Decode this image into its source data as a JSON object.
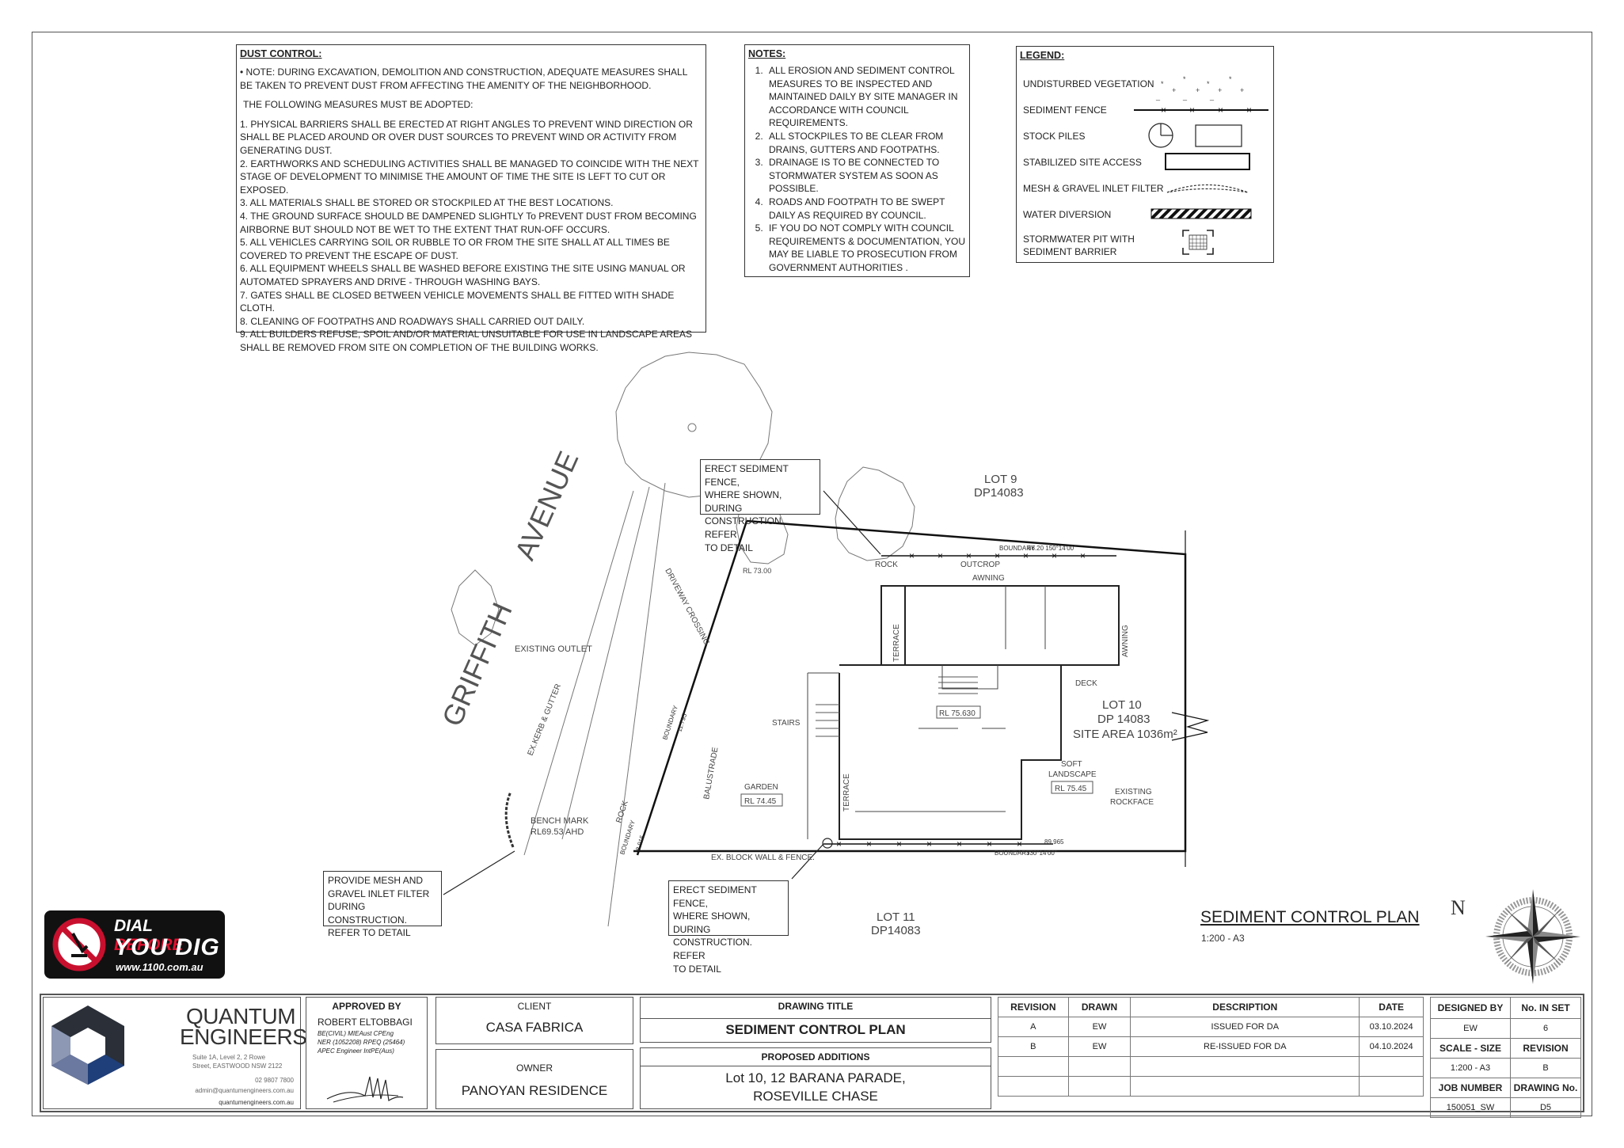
{
  "dust_control": {
    "title": "DUST CONTROL:",
    "note": "• NOTE: DURING EXCAVATION, DEMOLITION AND CONSTRUCTION, ADEQUATE MEASURES SHALL BE TAKEN TO PREVENT DUST FROM AFFECTING THE AMENITY OF THE NEIGHBORHOOD.",
    "intro": "THE FOLLOWING MEASURES MUST BE ADOPTED:",
    "items": [
      "1. PHYSICAL BARRIERS SHALL BE ERECTED AT RIGHT ANGLES TO PREVENT WIND DIRECTION OR SHALL BE PLACED AROUND OR OVER DUST SOURCES TO PREVENT WIND OR ACTIVITY FROM GENERATING DUST.",
      "2. EARTHWORKS AND SCHEDULING ACTIVITIES SHALL BE MANAGED TO COINCIDE WITH THE NEXT STAGE OF DEVELOPMENT TO MINIMISE THE AMOUNT OF TIME THE SITE IS LEFT TO CUT OR EXPOSED.",
      "3. ALL MATERIALS SHALL BE STORED OR STOCKPILED AT THE BEST LOCATIONS.",
      "4. THE GROUND SURFACE SHOULD BE DAMPENED SLIGHTLY To PREVENT DUST FROM BECOMING AIRBORNE BUT SHOULD NOT BE WET TO THE EXTENT THAT RUN-OFF OCCURS.",
      "5. ALL VEHICLES CARRYING SOIL OR RUBBLE TO OR FROM THE SITE SHALL AT ALL TIMES BE COVERED TO PREVENT THE ESCAPE OF DUST.",
      "6. ALL EQUIPMENT WHEELS SHALL BE WASHED BEFORE EXISTING THE SITE USING MANUAL OR AUTOMATED SPRAYERS AND DRIVE - THROUGH WASHING BAYS.",
      "7. GATES SHALL BE CLOSED BETWEEN VEHICLE MOVEMENTS SHALL BE FITTED WITH SHADE CLOTH.",
      "8. CLEANING OF FOOTPATHS AND ROADWAYS SHALL CARRIED OUT DAILY.",
      "9. ALL BUILDERS REFUSE, SPOIL AND/OR MATERIAL UNSUITABLE FOR USE IN LANDSCAPE AREAS SHALL BE REMOVED FROM SITE ON COMPLETION OF THE BUILDING WORKS."
    ]
  },
  "notes": {
    "title": "NOTES:",
    "items": [
      "ALL EROSION AND SEDIMENT CONTROL MEASURES TO BE INSPECTED AND MAINTAINED DAILY BY SITE MANAGER IN ACCORDANCE WITH COUNCIL REQUIREMENTS.",
      "ALL STOCKPILES TO BE CLEAR FROM DRAINS, GUTTERS AND FOOTPATHS.",
      "DRAINAGE IS TO BE CONNECTED TO STORMWATER SYSTEM AS SOON AS POSSIBLE.",
      "ROADS AND FOOTPATH TO BE SWEPT DAILY AS REQUIRED BY COUNCIL.",
      "IF YOU DO NOT COMPLY WITH COUNCIL REQUIREMENTS & DOCUMENTATION, YOU MAY BE LIABLE TO PROSECUTION FROM GOVERNMENT AUTHORITIES ."
    ]
  },
  "legend": {
    "title": "LEGEND:",
    "items": [
      "UNDISTURBED VEGETATION",
      "SEDIMENT FENCE",
      "STOCK PILES",
      "STABILIZED SITE ACCESS",
      "MESH & GRAVEL INLET FILTER",
      "WATER DIVERSION",
      "STORMWATER PIT WITH",
      "SEDIMENT BARRIER"
    ]
  },
  "callouts": {
    "fence_top": [
      "ERECT SEDIMENT FENCE,",
      "WHERE SHOWN, DURING",
      "CONSTRUCTION. REFER",
      "TO DETAIL"
    ],
    "fence_bottom": [
      "ERECT SEDIMENT FENCE,",
      "WHERE SHOWN, DURING",
      "CONSTRUCTION. REFER",
      "TO DETAIL"
    ],
    "mesh": [
      "PROVIDE MESH AND",
      "GRAVEL INLET FILTER",
      "DURING CONSTRUCTION.",
      "REFER TO DETAIL"
    ]
  },
  "plan": {
    "street_1": "GRIFFITH",
    "street_2": "AVENUE",
    "lot9": "LOT 9",
    "lot9_dp": "DP14083",
    "lot10": "LOT 10",
    "lot10_dp": "DP 14083",
    "site_area": "SITE AREA 1036m²",
    "lot11": "LOT 11",
    "lot11_dp": "DP14083",
    "existing_outlet": "EXISTING OUTLET",
    "kerb": "EX.KERB & GUTTER",
    "driveway": "DRIVEWAY CROSSING",
    "boundary": "BOUNDARY",
    "boundary_top_dim": "66.20   150°14'00\"",
    "boundary_bottom_dim": "89.965",
    "boundary_bottom_bearing": "330°14'00\"",
    "boundary_left": "11.795",
    "boundary_left2": "8.915",
    "rock_outcrop": "ROCK",
    "outcrop": "OUTCROP",
    "awning_top": "AWNING",
    "awning_right": "AWNING",
    "terrace_top": "TERRACE",
    "terrace_bottom": "TERRACE",
    "deck": "DECK",
    "stairs": "STAIRS",
    "garden": "GARDEN",
    "rl_garden": "RL 74.45",
    "rl_house": "RL 75.630",
    "rl_soft": "RL 75.45",
    "rl_drive": "RL 73.00",
    "soft_landscape_1": "SOFT",
    "soft_landscape_2": "LANDSCAPE",
    "rockface_1": "EXISTING",
    "rockface_2": "ROCKFACE",
    "balustrade": "BALUSTRADE",
    "rock": "ROCK",
    "bench_1": "BENCH MARK",
    "bench_2": "RL69.53 AHD",
    "block_wall": "EX. BLOCK WALL & FENCE."
  },
  "plan_title": "SEDIMENT CONTROL PLAN",
  "plan_scale": "1:200 - A3",
  "north": "N",
  "dbyd": {
    "line1a": "DIAL ",
    "line1b": "BEFORE",
    "line2": "YOU DIG",
    "url": "www.1100.com.au"
  },
  "company": {
    "name1": "QUANTUM",
    "name2": "ENGINEERS",
    "addr1": "Suite 1A, Level 2, 2 Rowe",
    "addr2": "Street,  EASTWOOD NSW 2122",
    "phone": "02 9807 7800",
    "email": "admin@quantumengineers.com.au",
    "web": "quantumengineers.com.au"
  },
  "approved": {
    "label": "APPROVED BY",
    "name": "ROBERT ELTOBBAGI",
    "cred1": "BE(CIVIL) MIEAust CPEng",
    "cred2": "NER (1052208) RPEQ (25464)",
    "cred3": "APEC Engineer IntPE(Aus)"
  },
  "client": {
    "label": "CLIENT",
    "value": "CASA FABRICA"
  },
  "owner": {
    "label": "OWNER",
    "value": "PANOYAN RESIDENCE"
  },
  "drawing_title": {
    "label": "DRAWING TITLE",
    "value": "SEDIMENT CONTROL PLAN"
  },
  "proposed": {
    "label": "PROPOSED ADDITIONS",
    "line1": "Lot 10, 12 BARANA PARADE,",
    "line2": "ROSEVILLE CHASE"
  },
  "revisions": {
    "headers": [
      "REVISION",
      "DRAWN",
      "DESCRIPTION",
      "DATE"
    ],
    "rows": [
      [
        "A",
        "EW",
        "ISSUED FOR DA",
        "03.10.2024"
      ],
      [
        "B",
        "EW",
        "RE-ISSUED FOR DA",
        "04.10.2024"
      ]
    ]
  },
  "info": {
    "designed_by_label": "DESIGNED BY",
    "designed_by": "EW",
    "no_in_set_label": "No. IN SET",
    "no_in_set": "6",
    "scale_label": "SCALE - SIZE",
    "scale": "1:200 - A3",
    "revision_label": "REVISION",
    "revision": "B",
    "job_label": "JOB NUMBER",
    "job": "150051_SW",
    "drawing_no_label": "DRAWING No.",
    "drawing_no": "D5"
  }
}
